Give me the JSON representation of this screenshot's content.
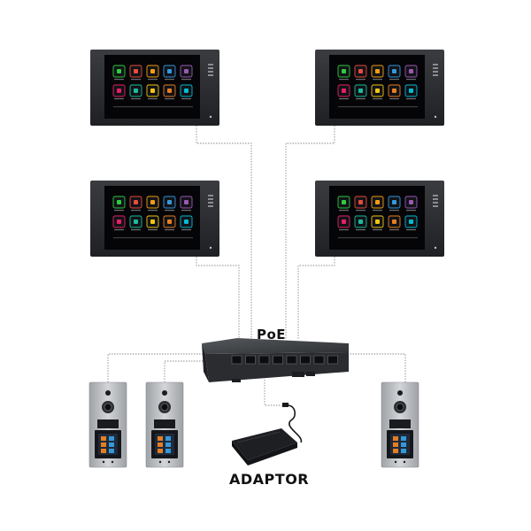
{
  "labels": {
    "poe": "PoE",
    "adaptor": "ADAPTOR"
  },
  "monitors": [
    {
      "id": "monitor-top-left"
    },
    {
      "id": "monitor-top-right"
    },
    {
      "id": "monitor-mid-left"
    },
    {
      "id": "monitor-mid-right"
    }
  ],
  "door_stations": [
    {
      "id": "door-station-left-1"
    },
    {
      "id": "door-station-left-2"
    },
    {
      "id": "door-station-right"
    }
  ],
  "icons": [
    "phone-icon",
    "intercom-icon",
    "mail-icon",
    "image-icon",
    "home-icon",
    "shield-icon",
    "door-icon",
    "settings-icon",
    "camera-icon",
    "message-icon"
  ],
  "colors": {
    "background": "#ffffff",
    "monitor_bezel": "#2b2d30",
    "monitor_screen": "#050507",
    "switch_body": "#3a3c3f",
    "panel_metal": "#b9bbbe",
    "cable": "#8a8a8a",
    "icon_colors": [
      "#2ecc40",
      "#e74c3c",
      "#f39c12",
      "#3498db",
      "#9b59b6",
      "#e91e63",
      "#1abc9c",
      "#f1c40f",
      "#e67e22",
      "#00bcd4"
    ]
  }
}
